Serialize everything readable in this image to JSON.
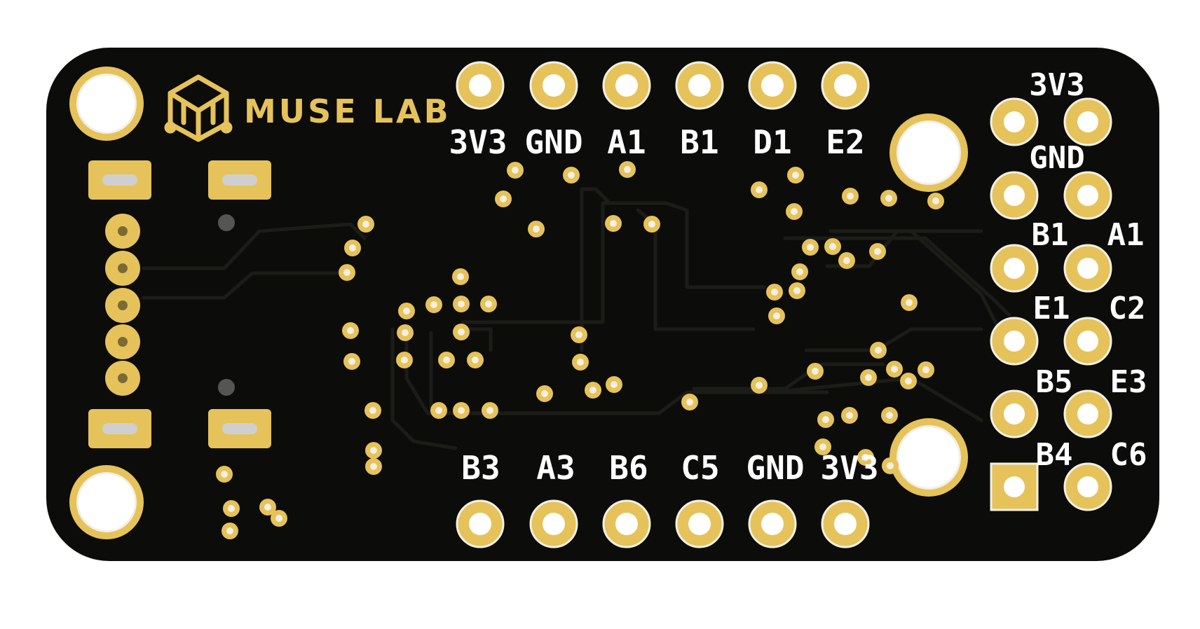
{
  "board": {
    "brand": "MUSE LAB",
    "colors": {
      "background": "#ffffff",
      "soldermask": "#0c0c0a",
      "trace": "#1a1a17",
      "gold": "#e6c25a",
      "gold_ring": "#f2f0e6",
      "hole": "#ffffff",
      "silkscreen": "#ffffff",
      "smd_pad_center": "#cfcfcf"
    }
  },
  "labels": {
    "top_row": [
      "3V3",
      "GND",
      "A1",
      "B1",
      "D1",
      "E2"
    ],
    "bottom_row": [
      "B3",
      "A3",
      "B6",
      "C5",
      "GND",
      "3V3"
    ],
    "right_header": [
      "3V3",
      "GND",
      "B1",
      "A1",
      "E1",
      "C2",
      "B5",
      "E3",
      "B4",
      "C6"
    ]
  },
  "icons": {
    "logo": "muse-lab-cube-logo-icon",
    "mount_hole": "mounting-hole-icon",
    "through_hole_pad": "through-hole-pad-icon",
    "via": "via-icon",
    "smd_pad": "smd-pad-icon"
  }
}
